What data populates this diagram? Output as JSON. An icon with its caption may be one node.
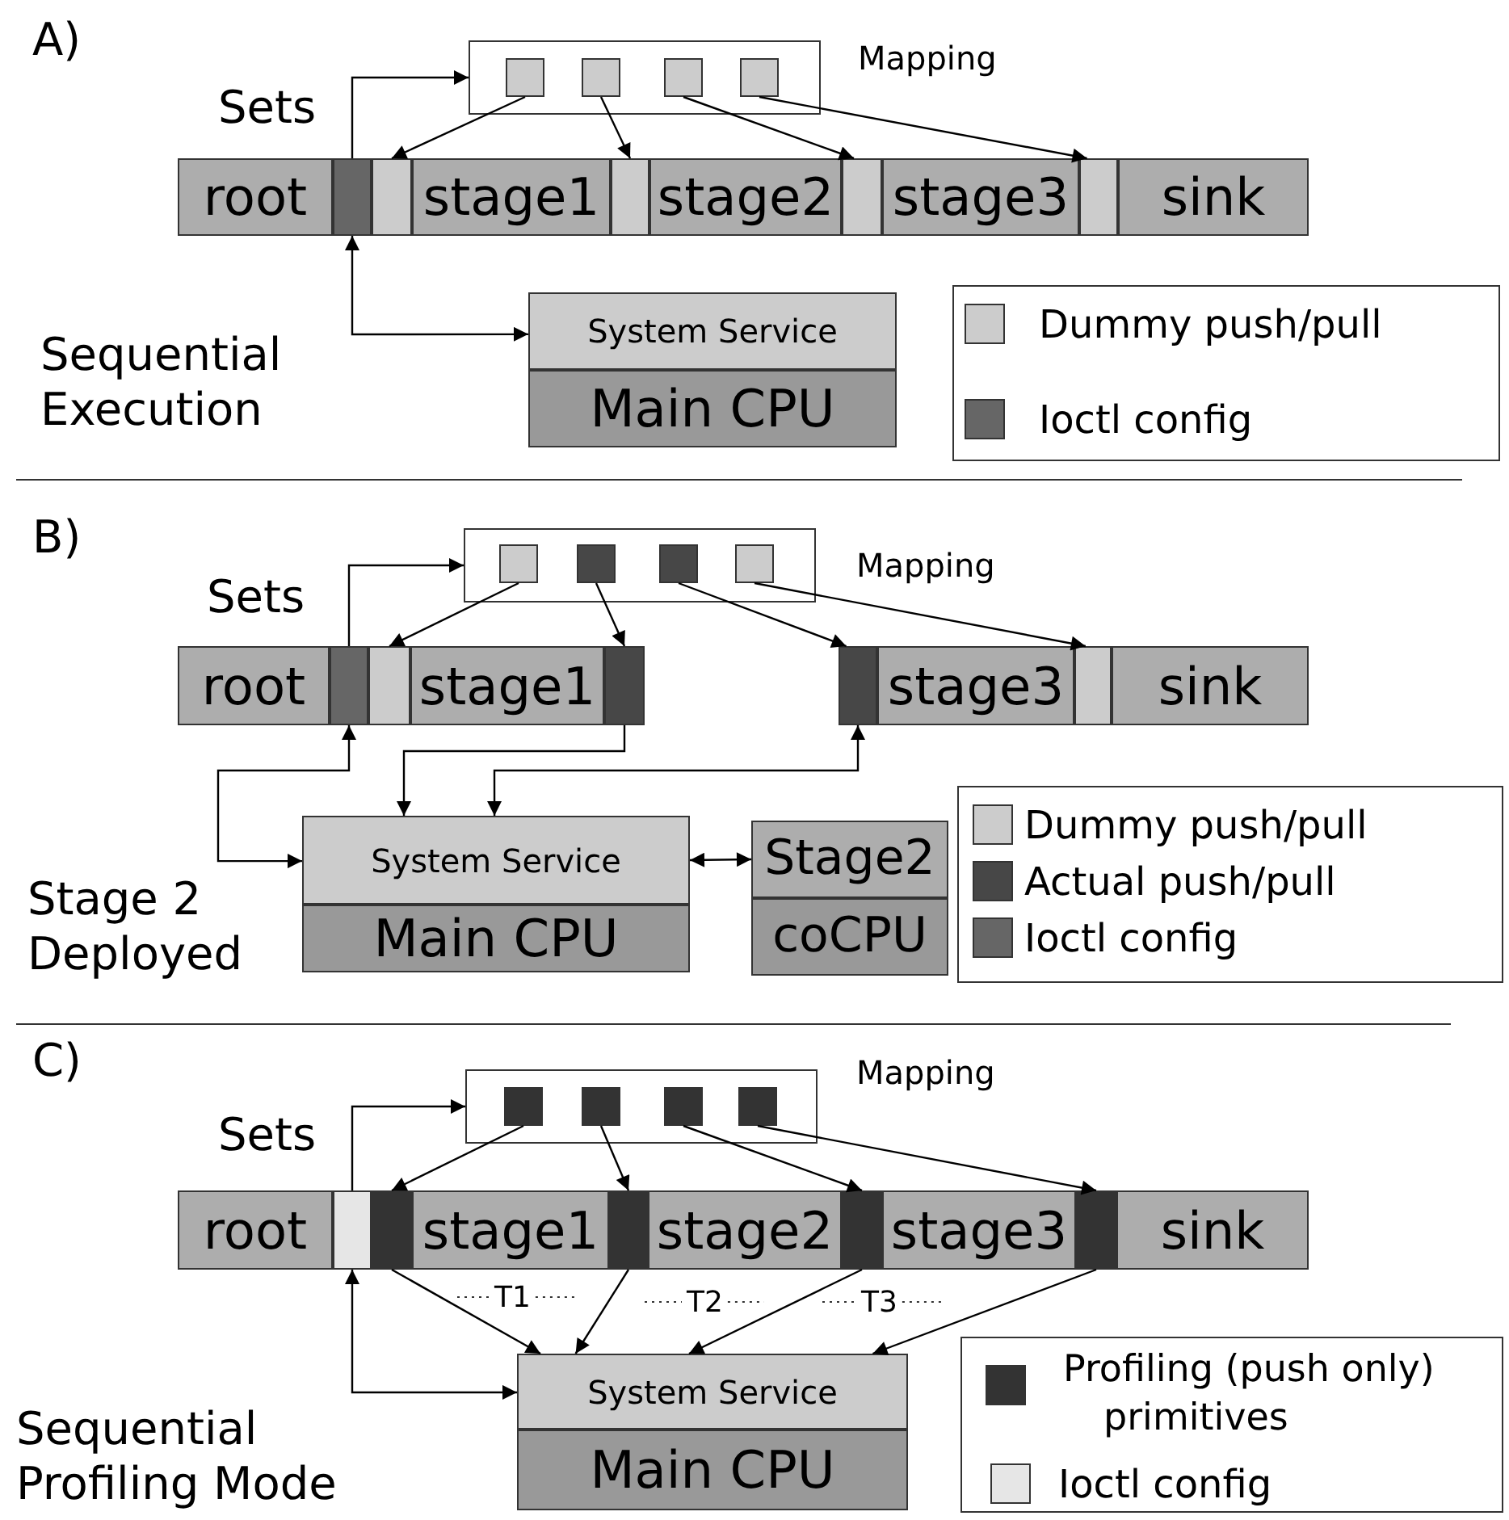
{
  "diagram": {
    "nodes": [
      {
        "text": [],
        "shape": "box",
        "beside": [
          "Mapping"
        ]
      },
      {
        "text": [],
        "shape": "box",
        "in": 0
      },
      {
        "text": [],
        "shape": "box",
        "in": 0
      },
      {
        "text": [],
        "shape": "box",
        "in": 0
      },
      {
        "text": [],
        "shape": "box",
        "in": 0
      },
      {
        "text": [
          "root"
        ]
      },
      {
        "text": [],
        "shape": "box"
      },
      {
        "text": [],
        "shape": "box"
      },
      {
        "text": [
          "stage1"
        ]
      },
      {
        "text": [],
        "shape": "box"
      },
      {
        "text": [
          "stage2"
        ]
      },
      {
        "text": [],
        "shape": "box"
      },
      {
        "text": [
          "stage3"
        ]
      },
      {
        "text": [],
        "shape": "box"
      },
      {
        "text": [
          "sink"
        ]
      },
      {
        "text": [
          "System Service"
        ]
      },
      {
        "text": [
          "Main CPU"
        ]
      },
      {
        "text": [],
        "shape": "box",
        "beside": [
          "Mapping"
        ]
      },
      {
        "text": [],
        "shape": "box",
        "in": 17
      },
      {
        "text": [],
        "shape": "box",
        "in": 17
      },
      {
        "text": [],
        "shape": "box",
        "in": 17
      },
      {
        "text": [],
        "shape": "box",
        "in": 17
      },
      {
        "text": [
          "root"
        ]
      },
      {
        "text": [],
        "shape": "box"
      },
      {
        "text": [],
        "shape": "box"
      },
      {
        "text": [
          "stage1"
        ]
      },
      {
        "text": [],
        "shape": "box"
      },
      {
        "text": [],
        "shape": "box"
      },
      {
        "text": [
          "stage3"
        ]
      },
      {
        "text": [],
        "shape": "box"
      },
      {
        "text": [
          "sink"
        ]
      },
      {
        "text": [
          "System Service"
        ]
      },
      {
        "text": [
          "Main CPU"
        ]
      },
      {
        "text": [
          "Stage2"
        ]
      },
      {
        "text": [
          "coCPU"
        ]
      },
      {
        "text": [],
        "shape": "box",
        "beside": [
          "Mapping"
        ]
      },
      {
        "text": [],
        "shape": "box",
        "in": 35
      },
      {
        "text": [],
        "shape": "box",
        "in": 35
      },
      {
        "text": [],
        "shape": "box",
        "in": 35
      },
      {
        "text": [],
        "shape": "box",
        "in": 35
      },
      {
        "text": [
          "root"
        ]
      },
      {
        "text": [],
        "shape": "box"
      },
      {
        "text": [],
        "shape": "box"
      },
      {
        "text": [
          "stage1"
        ]
      },
      {
        "text": [],
        "shape": "box"
      },
      {
        "text": [
          "stage2"
        ]
      },
      {
        "text": [],
        "shape": "box"
      },
      {
        "text": [
          "stage3"
        ]
      },
      {
        "text": [],
        "shape": "box"
      },
      {
        "text": [
          "sink"
        ]
      },
      {
        "text": [
          "System Service"
        ]
      },
      {
        "text": [
          "Main CPU"
        ]
      }
    ],
    "edges": [
      {
        "from": 1,
        "to": 7,
        "arrow": "to"
      },
      {
        "from": 2,
        "to": 9,
        "arrow": "to"
      },
      {
        "from": 3,
        "to": 11,
        "arrow": "to"
      },
      {
        "from": 4,
        "to": 13,
        "arrow": "to"
      },
      {
        "from": 6,
        "to": 0,
        "arrow": "to",
        "label": "Sets"
      },
      {
        "from": 6,
        "to": 15,
        "arrow": "both"
      },
      {
        "from": 18,
        "to": 24,
        "arrow": "to"
      },
      {
        "from": 19,
        "to": 26,
        "arrow": "to"
      },
      {
        "from": 20,
        "to": 27,
        "arrow": "to"
      },
      {
        "from": 21,
        "to": 29,
        "arrow": "to"
      },
      {
        "from": 23,
        "to": 17,
        "arrow": "to",
        "label": "Sets"
      },
      {
        "from": 23,
        "to": 31,
        "arrow": "both"
      },
      {
        "from": 26,
        "to": 31,
        "arrow": "to"
      },
      {
        "from": 27,
        "to": 31,
        "arrow": "both"
      },
      {
        "from": 31,
        "to": 33,
        "arrow": "both"
      },
      {
        "from": 36,
        "to": 42,
        "arrow": "to"
      },
      {
        "from": 37,
        "to": 44,
        "arrow": "to"
      },
      {
        "from": 38,
        "to": 46,
        "arrow": "to"
      },
      {
        "from": 39,
        "to": 48,
        "arrow": "to"
      },
      {
        "from": 41,
        "to": 35,
        "arrow": "to",
        "label": "Sets"
      },
      {
        "from": 41,
        "to": 50,
        "arrow": "both"
      },
      {
        "from": 42,
        "to": 50,
        "arrow": "to"
      },
      {
        "from": 44,
        "to": 50,
        "arrow": "to"
      },
      {
        "from": 46,
        "to": 50,
        "arrow": "to"
      },
      {
        "from": 48,
        "to": 50,
        "arrow": "to"
      }
    ],
    "labels": [
      "A)",
      "Sequential Execution",
      "B)",
      "Stage 2 Deployed",
      "C)",
      "T1",
      "T2",
      "T3",
      "Sequential Profiling Mode"
    ],
    "legend": [
      {
        "text": "Dummy push/pull",
        "color": "#cccccc"
      },
      {
        "text": "Ioctl config",
        "color": "#666666"
      },
      {
        "text": "Dummy push/pull",
        "color": "#cccccc"
      },
      {
        "text": "Actual push/pull",
        "color": "#474747"
      },
      {
        "text": "Ioctl config",
        "color": "#666666"
      },
      {
        "text": "Profiling (push only) primitives",
        "color": "#333333"
      },
      {
        "text": "Ioctl config",
        "color": "#e6e6e6"
      }
    ]
  }
}
